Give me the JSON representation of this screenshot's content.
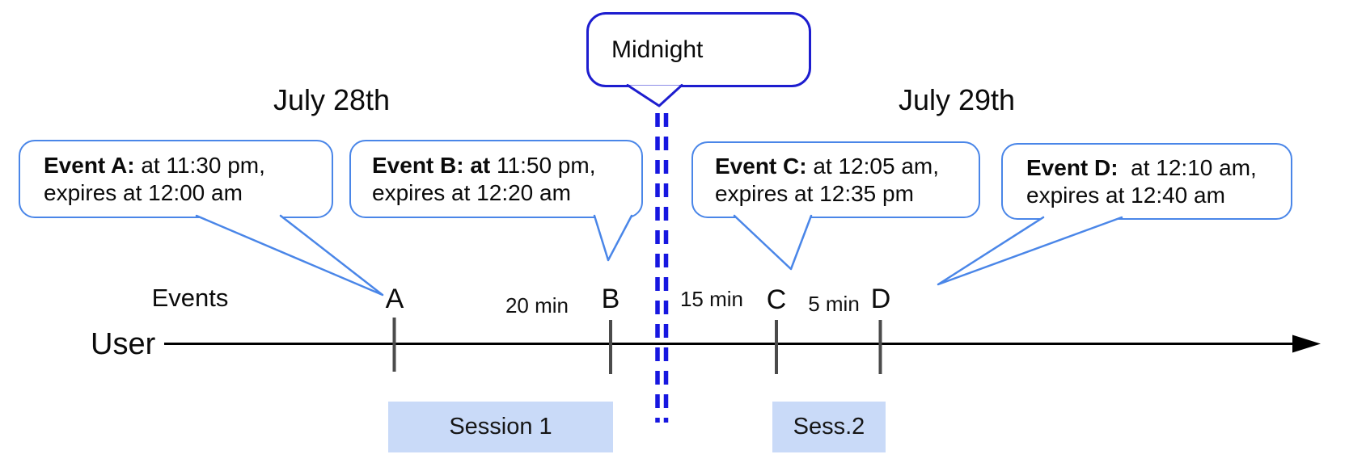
{
  "diagram": {
    "dates": {
      "left": "July 28th",
      "right": "July 29th"
    },
    "midnight": {
      "label": "Midnight"
    },
    "axis": {
      "events_label": "Events",
      "user_label": "User"
    },
    "events": [
      {
        "tick": "A",
        "bold": "Event A:",
        "rest": " at 11:30 pm,",
        "line2": "expires at 12:00 am"
      },
      {
        "tick": "B",
        "bold": "Event B: at",
        "rest": " 11:50 pm,",
        "line2": "expires at 12:20 am"
      },
      {
        "tick": "C",
        "bold": "Event C:",
        "rest": " at 12:05 am,",
        "line2": "expires at 12:35 pm"
      },
      {
        "tick": "D",
        "bold": "Event D:",
        "rest": "  at 12:10 am,",
        "line2": "expires at 12:40 am"
      }
    ],
    "gaps": [
      {
        "label": "20 min"
      },
      {
        "label": "15 min"
      },
      {
        "label": "5 min"
      }
    ],
    "sessions": [
      {
        "label": "Session 1"
      },
      {
        "label": "Sess.2"
      }
    ],
    "colors": {
      "event_bubble_border": "#4a86e8",
      "midnight_border": "#1d1dcf",
      "midnight_dash": "#1717e0",
      "session_fill": "#c9daf8",
      "tick": "#4b4b4b",
      "timeline": "#000000"
    }
  }
}
